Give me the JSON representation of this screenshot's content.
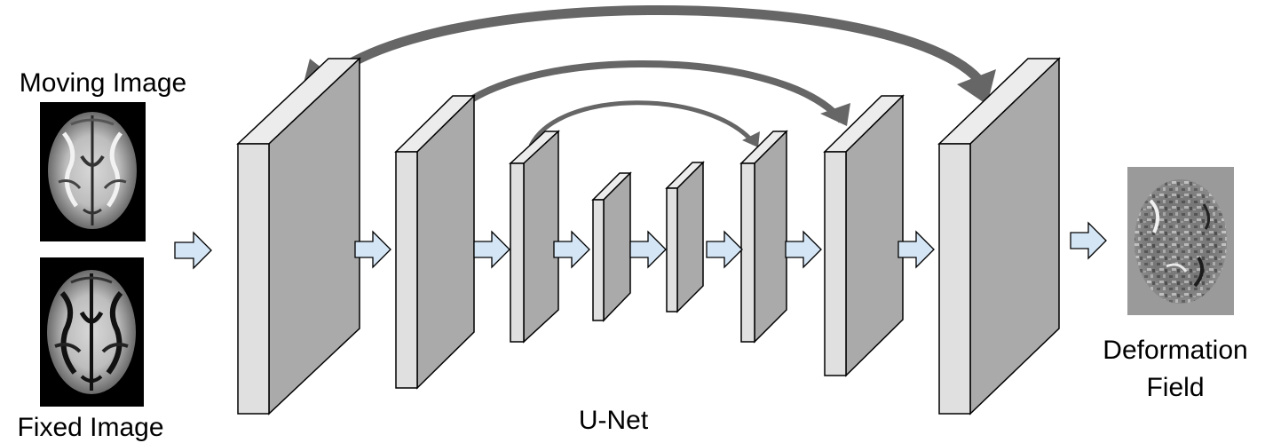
{
  "labels": {
    "moving_image": "Moving Image",
    "fixed_image": "Fixed Image",
    "unet": "U-Net",
    "deformation_line1": "Deformation",
    "deformation_line2": "Field"
  },
  "icons": {
    "moving_image": "brain-mri-axial-slice",
    "fixed_image": "brain-mri-axial-slice",
    "deformation_field": "deformation-field-map"
  },
  "colors": {
    "block_front": "#e0e0e0",
    "block_side": "#aaaaaa",
    "block_top": "#ececec",
    "arrow_fill": "#d4e6f6",
    "skip_arrow": "#666666",
    "image_bg": "#000000",
    "field_bg": "#9a9a9a"
  }
}
